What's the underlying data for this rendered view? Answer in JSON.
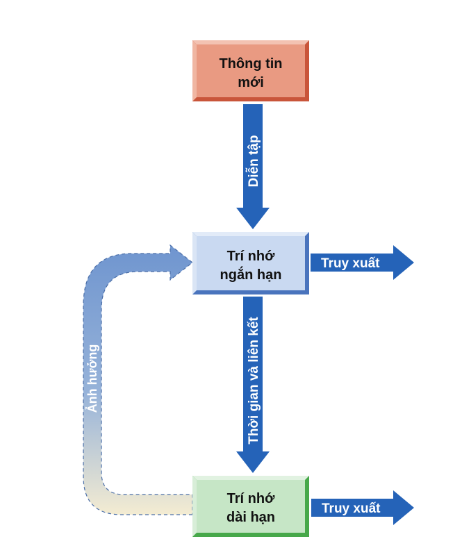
{
  "diagram": {
    "nodes": {
      "new_info": {
        "line1": "Thông tin",
        "line2": "mới",
        "fill": "#e99a82",
        "edge": "#c9553a"
      },
      "short_term": {
        "line1": "Trí nhớ",
        "line2": "ngắn hạn",
        "fill": "#c9d9f1",
        "edge": "#4a74bd"
      },
      "long_term": {
        "line1": "Trí nhớ",
        "line2": "dài hạn",
        "fill": "#c6e6c6",
        "edge": "#47a84a"
      }
    },
    "arrows": {
      "rehearsal": "Diễn tập",
      "time_association": "Thời gian và liên kết",
      "retrieval_short": "Truy xuất",
      "retrieval_long": "Truy xuất",
      "influence": "Ảnh hưởng"
    },
    "colors": {
      "arrow_blue": "#2563b8",
      "influence_top": "#6f95cf",
      "influence_bottom": "#f4ecd2"
    }
  }
}
